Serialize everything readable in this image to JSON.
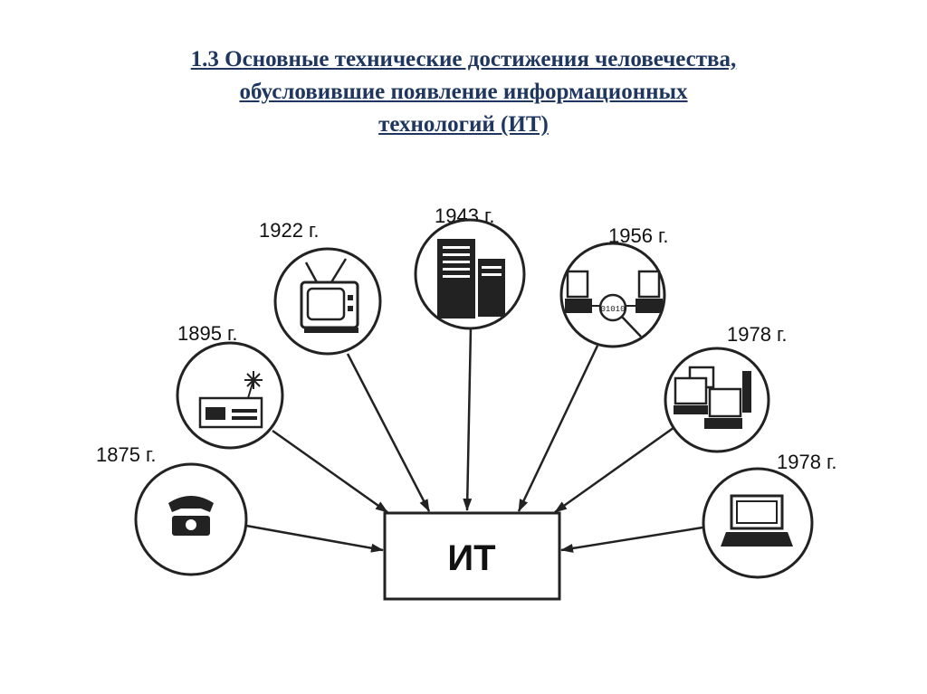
{
  "title": {
    "line1": "1.3 Основные технические достижения человечества,",
    "line2": "обусловившие появление информационных",
    "line3": "технологий (ИТ)"
  },
  "center": {
    "label": "ИТ"
  },
  "nodes": [
    {
      "id": "telephone",
      "year": "1875 г.",
      "icon": "telephone-icon"
    },
    {
      "id": "radio",
      "year": "1895 г.",
      "icon": "radio-icon"
    },
    {
      "id": "television",
      "year": "1922 г.",
      "icon": "television-icon"
    },
    {
      "id": "computer",
      "year": "1943 г.",
      "icon": "computer-icon"
    },
    {
      "id": "network",
      "year": "1956 г.",
      "icon": "network-icon"
    },
    {
      "id": "pc-network",
      "year": "1978 г.",
      "icon": "pc-network-icon"
    },
    {
      "id": "laptop",
      "year": "1978 г.",
      "icon": "laptop-icon"
    }
  ]
}
